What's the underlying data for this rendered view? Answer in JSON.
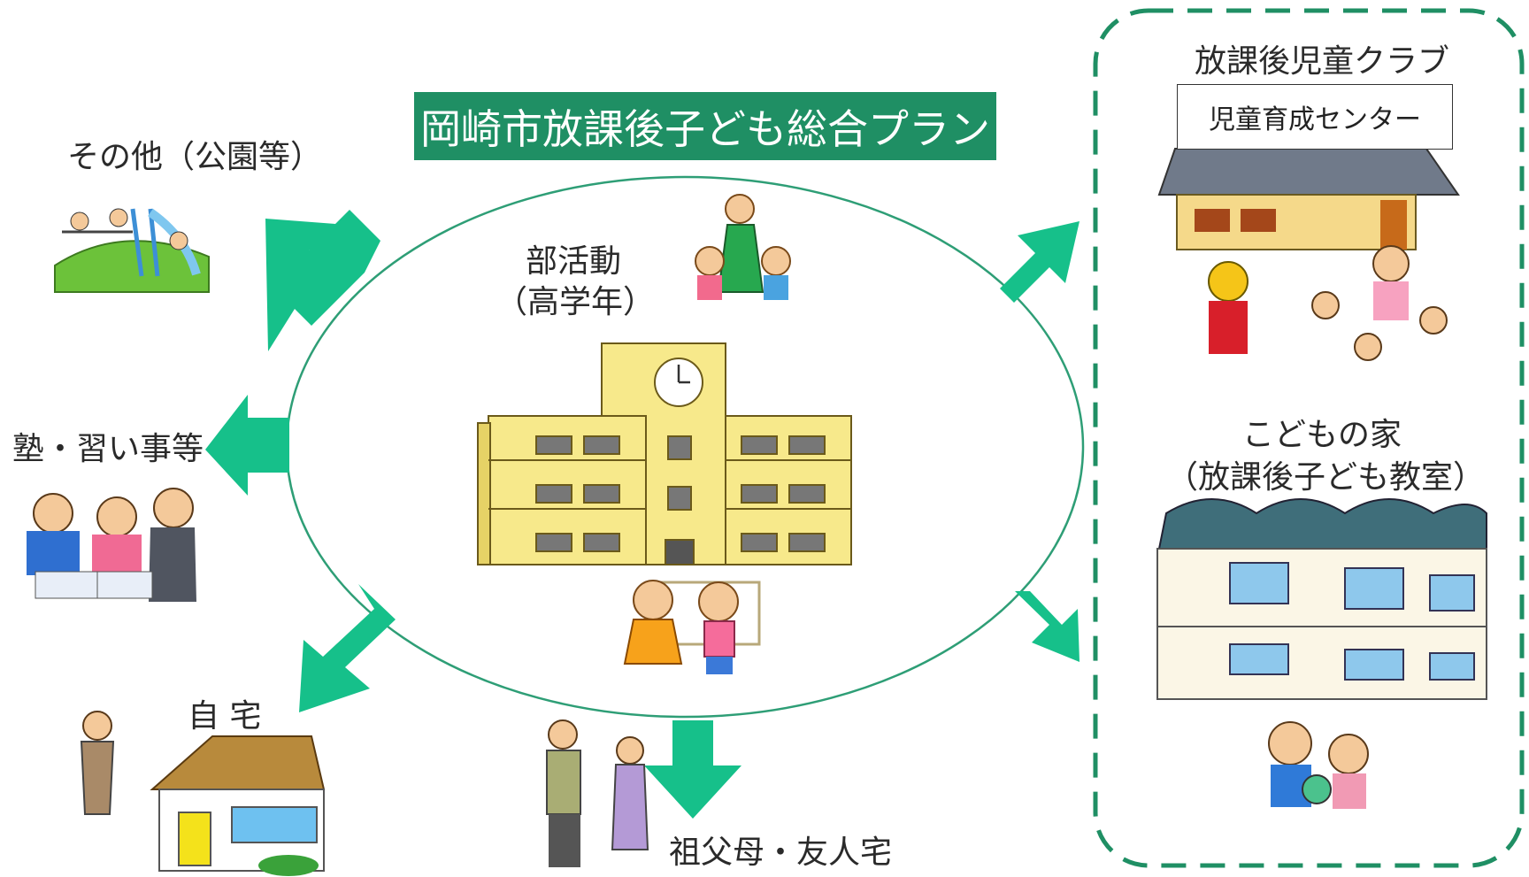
{
  "title": "岡崎市放課後子ども総合プラン",
  "center": {
    "club_activity": "部活動",
    "club_activity_note": "（高学年）"
  },
  "destinations": {
    "park": "その他（公園等）",
    "cram_school": "塾・習い事等",
    "home": "自 宅",
    "grandparents_friends": "祖父母・友人宅"
  },
  "right_panel": {
    "after_school_club": "放課後児童クラブ",
    "youth_center": "児童育成センター",
    "kids_house": "こどもの家",
    "kids_house_note": "（放課後子ども教室）"
  },
  "colors": {
    "arrow": "#16c08a",
    "title_bg": "#1f8f64",
    "ellipse": "#2e9e76",
    "dash_border": "#1f8f64",
    "building": "#f7e98b"
  }
}
